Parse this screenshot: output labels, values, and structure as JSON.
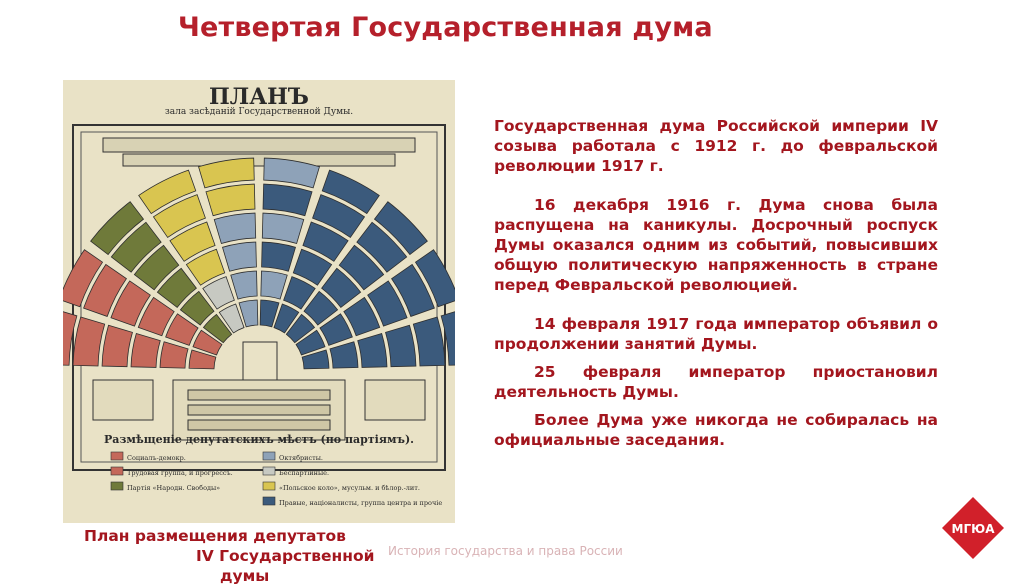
{
  "title": "Четвертая Государственная дума",
  "plan_image": {
    "heading": "ПЛАНЪ",
    "subheading": "зала засѣданiй Государственной Думы.",
    "legend_title": "Размѣщенiе депутатскихъ мѣстъ (по партiямъ).",
    "legend": [
      {
        "label": "Социалъ-демокр.",
        "color": "#c4685a"
      },
      {
        "label": "Трудовая группа, и прогрессъ.",
        "color": "#c4685a"
      },
      {
        "label": "Партiя «Народн. Свободы»",
        "color": "#6f7a3a"
      },
      {
        "label": "Октябристы.",
        "color": "#8ea2b8"
      },
      {
        "label": "Беспартiйные.",
        "color": "#c7c9c2"
      },
      {
        "label": "«Польское коло», мусульм. и бѣлор.-лит.",
        "color": "#d9c550"
      },
      {
        "label": "Правые, нацiоналисты, группа центра и прочiе",
        "color": "#3b5a7c"
      }
    ]
  },
  "paragraphs": [
    "Государственная дума Российской империи IV созыва работала с 1912 г. до февральской революции 1917 г.",
    "16 декабря 1916 г. Дума снова была распущена на каникулы. Досрочный роспуск Думы оказался одним из событий, повысивших общую политическую напряженность в стране перед Февральской революцией.",
    "14 февраля 1917 года император объявил о продолжении занятий Думы.",
    "25 февраля император приостановил деятельность Думы.",
    "Более Дума уже никогда не собиралась на официальные заседания."
  ],
  "caption": {
    "line1": "План размещения депутатов",
    "line2": "IV Государственной",
    "line3": "думы"
  },
  "footer": "История государства и права России",
  "logo_text": "МГЮА",
  "colors": {
    "accent": "#a3161e",
    "title": "#b5202b",
    "logo": "#d1202a"
  }
}
